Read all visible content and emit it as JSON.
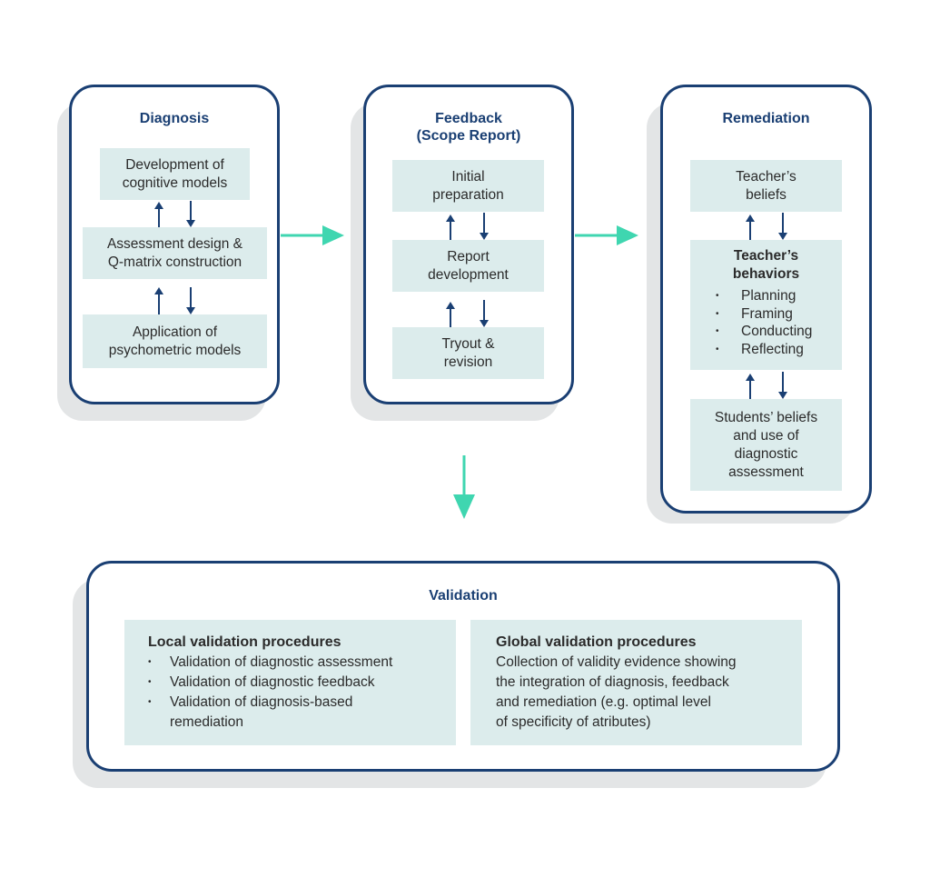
{
  "diagnosis": {
    "title": "Diagnosis",
    "boxes": [
      [
        "Development of",
        "cognitive models"
      ],
      [
        "Assessment design &",
        "Q-matrix construction"
      ],
      [
        "Application of",
        "psychometric models"
      ]
    ]
  },
  "feedback": {
    "title_lines": [
      "Feedback",
      "(Scope Report)"
    ],
    "boxes": [
      [
        "Initial",
        "preparation"
      ],
      [
        "Report",
        "development"
      ],
      [
        "Tryout &",
        "revision"
      ]
    ]
  },
  "remediation": {
    "title": "Remediation",
    "beliefs": [
      "Teacher’s",
      "beliefs"
    ],
    "behaviors_title": [
      "Teacher’s",
      "behaviors"
    ],
    "behaviors": [
      "Planning",
      "Framing",
      "Conducting",
      "Reflecting"
    ],
    "students": [
      "Students’ beliefs",
      "and use of",
      "diagnostic",
      "assessment"
    ]
  },
  "validation": {
    "title": "Validation",
    "local": {
      "heading": "Local validation procedures",
      "items": [
        [
          "Validation of diagnostic assessment"
        ],
        [
          "Validation of diagnostic feedback"
        ],
        [
          "Validation of diagnosis-based",
          "remediation"
        ]
      ]
    },
    "global": {
      "heading": "Global validation procedures",
      "lines": [
        "Collection of validity evidence showing",
        "the integration of diagnosis, feedback",
        "and remediation (e.g. optimal level",
        "of specificity of atributes)"
      ]
    }
  },
  "colors": {
    "panel_border": "#1a3f73",
    "box_fill": "#dcecec",
    "flow_arrow": "#3fd6b0",
    "shadow": "#e3e5e6"
  }
}
